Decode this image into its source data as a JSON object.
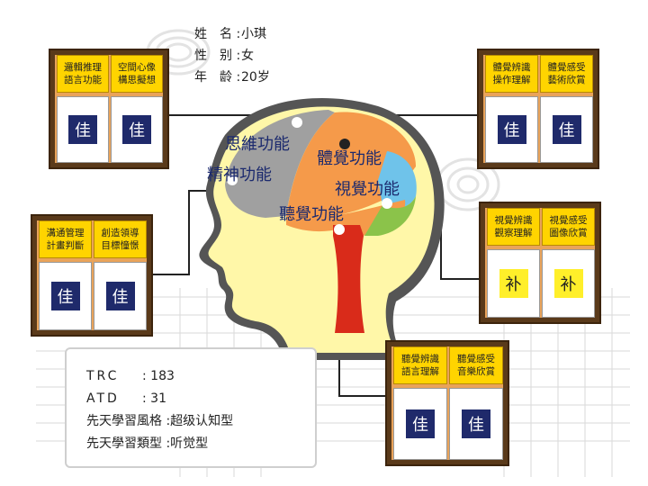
{
  "profile": {
    "name_label": "姓　名 :",
    "name": "小琪",
    "gender_label": "性　别 :",
    "gender": "女",
    "age_label": "年　龄 :",
    "age": "20岁"
  },
  "brain_labels": {
    "thinking": "思維功能",
    "spirit": "精神功能",
    "body_sense": "體覺功能",
    "visual": "視覺功能",
    "auditory": "聽覺功能"
  },
  "panels": {
    "thinking": {
      "left": "邏輯推理\n語言功能",
      "right": "空間心像\n構思擬想",
      "left_grade": "佳",
      "right_grade": "佳"
    },
    "spirit": {
      "left": "溝通管理\n計畫判斷",
      "right": "創造領導\n目標憧憬",
      "left_grade": "佳",
      "right_grade": "佳"
    },
    "body_sense": {
      "left": "體覺辨識\n操作理解",
      "right": "體覺感受\n藝術欣賞",
      "left_grade": "佳",
      "right_grade": "佳"
    },
    "visual": {
      "left": "視覺辨識\n觀察理解",
      "right": "視覺感受\n圖像欣賞",
      "left_grade": "补",
      "right_grade": "补"
    },
    "auditory": {
      "left": "聽覺辨識\n語言理解",
      "right": "聽覺感受\n音樂欣賞",
      "left_grade": "佳",
      "right_grade": "佳"
    }
  },
  "info": {
    "trc_label": "TRC",
    "trc_value": ": 183",
    "atd_label": "ATD",
    "atd_value": ": 31",
    "style_label": "先天學習風格 :",
    "style_value": "超级认知型",
    "type_label": "先天學習類型 :",
    "type_value": "听觉型"
  },
  "colors": {
    "panel_frame": "#5a3a1a",
    "panel_fill": "#e9a35a",
    "header": "#ffd400",
    "good_badge": "#1f2a6b",
    "weak_badge": "#ffef2a",
    "head_outline": "#555555",
    "head_fill": "#fff7a8",
    "gray_lobe": "#a0a0a0",
    "orange_lobe": "#f59a4a",
    "blue_lobe": "#6fc3ea",
    "green_lobe": "#8bc34a",
    "red_stem": "#d92b1a"
  }
}
